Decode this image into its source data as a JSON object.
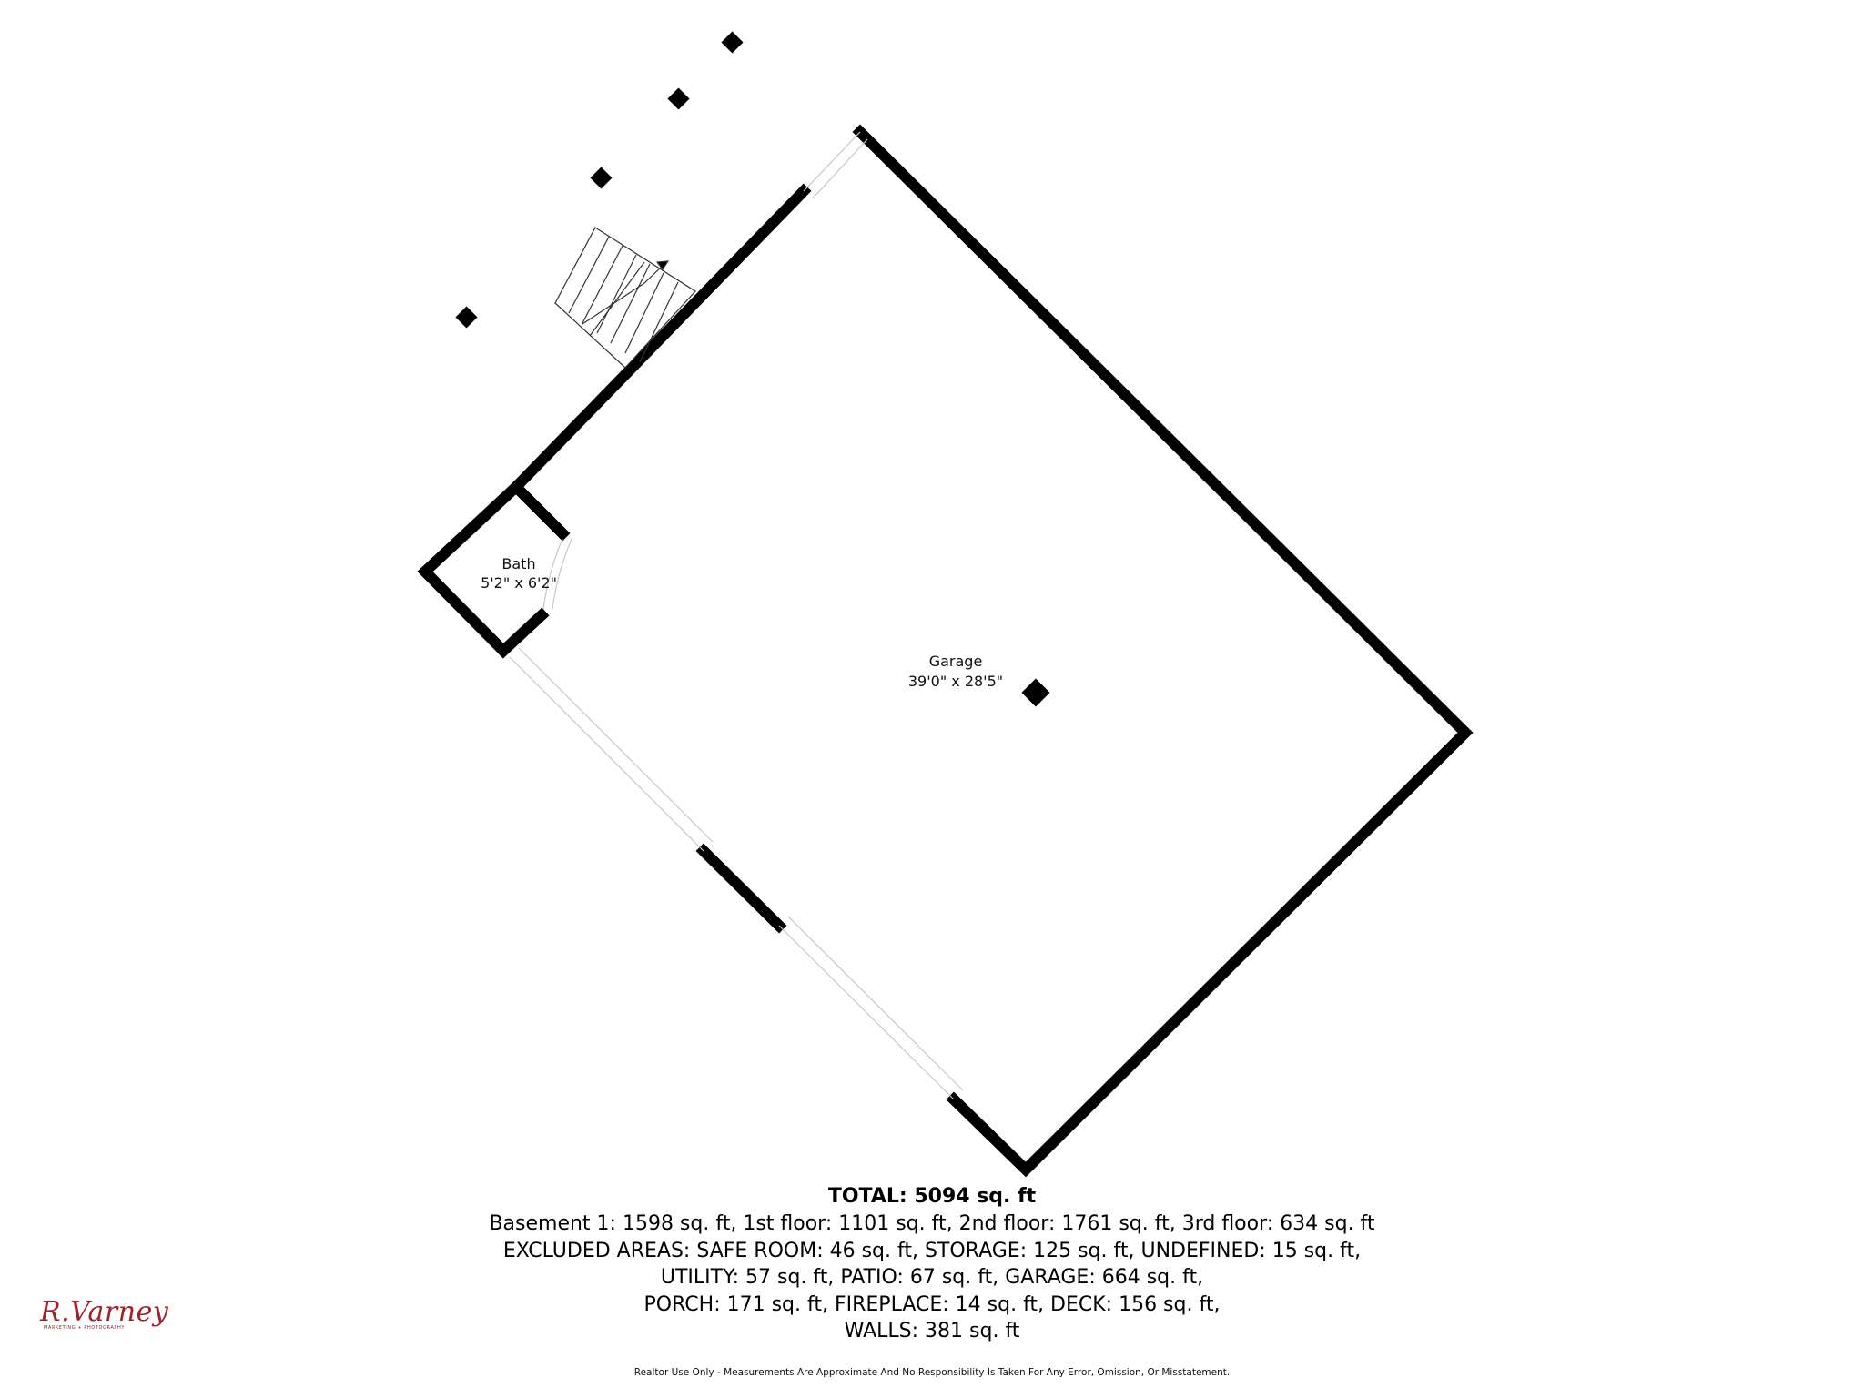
{
  "rooms": [
    {
      "id": "garage",
      "name": "Garage",
      "dims": "39'0\" x 28'5\""
    },
    {
      "id": "bath",
      "name": "Bath",
      "dims": "5'2\" x 6'2\""
    }
  ],
  "summary": {
    "total": "TOTAL: 5094 sq. ft",
    "lines": [
      "Basement 1: 1598 sq. ft, 1st floor: 1101 sq. ft, 2nd floor: 1761 sq. ft, 3rd floor: 634 sq. ft",
      "EXCLUDED AREAS: SAFE ROOM: 46 sq. ft, STORAGE: 125 sq. ft, UNDEFINED: 15 sq. ft,",
      "UTILITY: 57 sq. ft, PATIO: 67 sq. ft, GARAGE: 664 sq. ft,",
      "PORCH: 171 sq. ft, FIREPLACE: 14 sq. ft, DECK: 156 sq. ft,",
      "WALLS: 381 sq. ft"
    ]
  },
  "disclaimer": "Realtor Use Only - Measurements Are Approximate And No Responsibility Is Taken For Any Error, Omission, Or Misstatement.",
  "logo": {
    "name": "R.Varney",
    "tagline": "MARKETING + PHOTOGRAPHY"
  },
  "colors": {
    "wall": "#000000",
    "logo": "#a3222a"
  }
}
